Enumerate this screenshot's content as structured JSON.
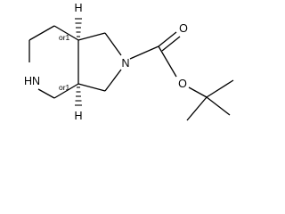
{
  "molecule": {
    "atoms": {
      "nh": "HN",
      "n_ring": "N",
      "o_carbonyl": "O",
      "o_ester": "O",
      "h_top": "H",
      "h_bottom": "H"
    },
    "stereo_labels": {
      "top": "or1",
      "bottom": "or1"
    }
  }
}
